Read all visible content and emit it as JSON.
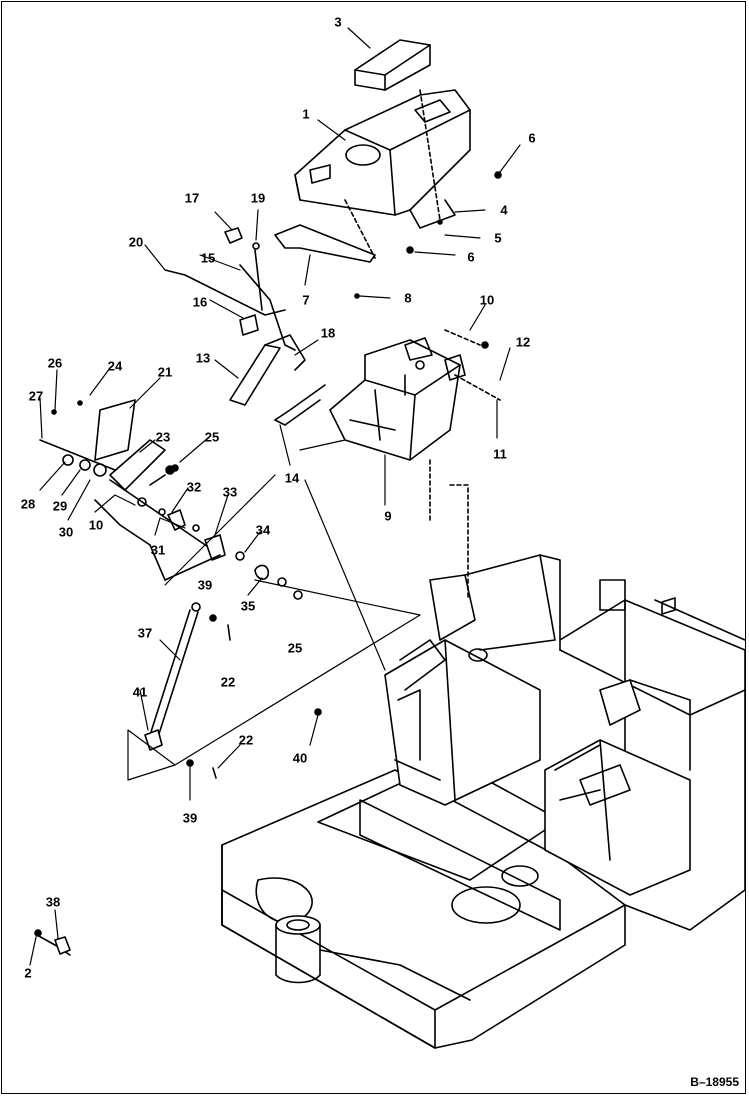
{
  "drawing_code": "B–18955",
  "callouts": [
    {
      "id": "c1",
      "text": "1"
    },
    {
      "id": "c2",
      "text": "2"
    },
    {
      "id": "c3",
      "text": "3"
    },
    {
      "id": "c4",
      "text": "4"
    },
    {
      "id": "c5",
      "text": "5"
    },
    {
      "id": "c6a",
      "text": "6"
    },
    {
      "id": "c6b",
      "text": "6"
    },
    {
      "id": "c7",
      "text": "7"
    },
    {
      "id": "c8",
      "text": "8"
    },
    {
      "id": "c9",
      "text": "9"
    },
    {
      "id": "c10a",
      "text": "10"
    },
    {
      "id": "c10b",
      "text": "10"
    },
    {
      "id": "c11",
      "text": "11"
    },
    {
      "id": "c12",
      "text": "12"
    },
    {
      "id": "c13",
      "text": "13"
    },
    {
      "id": "c14",
      "text": "14"
    },
    {
      "id": "c15",
      "text": "15"
    },
    {
      "id": "c16",
      "text": "16"
    },
    {
      "id": "c17",
      "text": "17"
    },
    {
      "id": "c18",
      "text": "18"
    },
    {
      "id": "c19",
      "text": "19"
    },
    {
      "id": "c20",
      "text": "20"
    },
    {
      "id": "c21",
      "text": "21"
    },
    {
      "id": "c22a",
      "text": "22"
    },
    {
      "id": "c22b",
      "text": "22"
    },
    {
      "id": "c23",
      "text": "23"
    },
    {
      "id": "c24",
      "text": "24"
    },
    {
      "id": "c25a",
      "text": "25"
    },
    {
      "id": "c25b",
      "text": "25"
    },
    {
      "id": "c26",
      "text": "26"
    },
    {
      "id": "c27",
      "text": "27"
    },
    {
      "id": "c28",
      "text": "28"
    },
    {
      "id": "c29",
      "text": "29"
    },
    {
      "id": "c30",
      "text": "30"
    },
    {
      "id": "c31",
      "text": "31"
    },
    {
      "id": "c32",
      "text": "32"
    },
    {
      "id": "c33",
      "text": "33"
    },
    {
      "id": "c34",
      "text": "34"
    },
    {
      "id": "c35",
      "text": "35"
    },
    {
      "id": "c37",
      "text": "37"
    },
    {
      "id": "c38",
      "text": "38"
    },
    {
      "id": "c39a",
      "text": "39"
    },
    {
      "id": "c39b",
      "text": "39"
    },
    {
      "id": "c40",
      "text": "40"
    },
    {
      "id": "c41",
      "text": "41"
    }
  ]
}
